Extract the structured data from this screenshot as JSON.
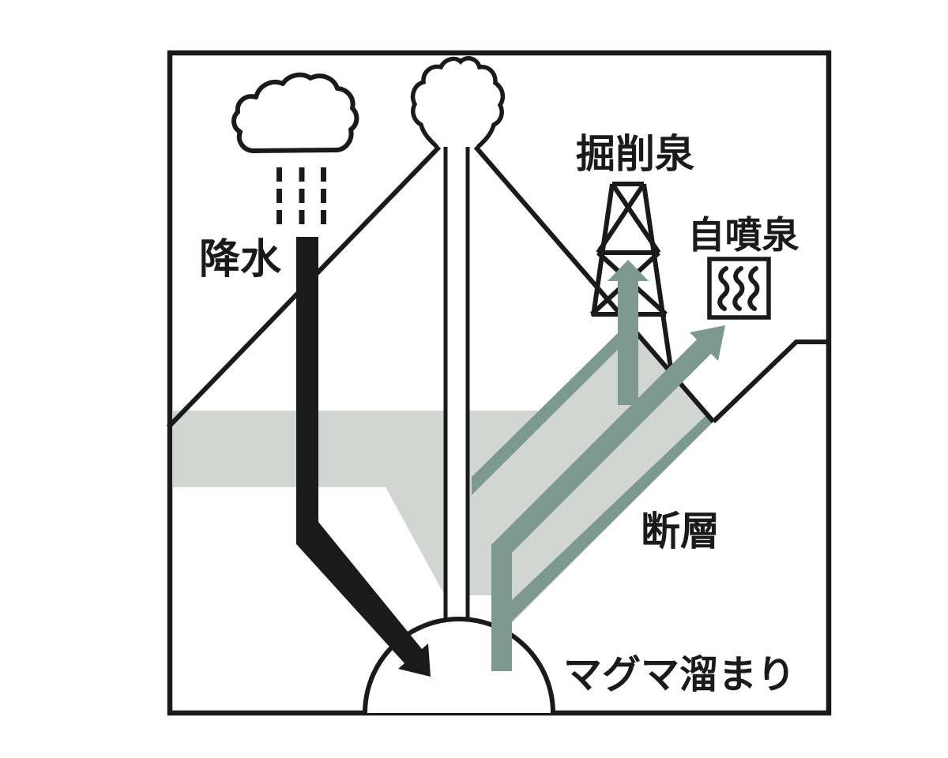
{
  "diagram": {
    "labels": {
      "precipitation": "降水",
      "drilled_spring": "掘削泉",
      "artesian_spring": "自噴泉",
      "fault": "断層",
      "magma_chamber": "マグマ溜まり"
    },
    "icons": {
      "rain_cloud": "rain-cloud-icon",
      "rain_dashes": "rain-dashes-icon",
      "eruption_plume": "eruption-plume-icon",
      "volcano": "volcano-outline",
      "drilling_derrick": "drilling-derrick-icon",
      "onsen_symbol": "onsen-icon",
      "magma_chamber_arc": "magma-chamber-icon"
    },
    "colors": {
      "ink": "#1a1a1a",
      "arrow_teal": "#7d988f",
      "layer_gray": "#d2d6d3",
      "background": "#ffffff"
    }
  }
}
